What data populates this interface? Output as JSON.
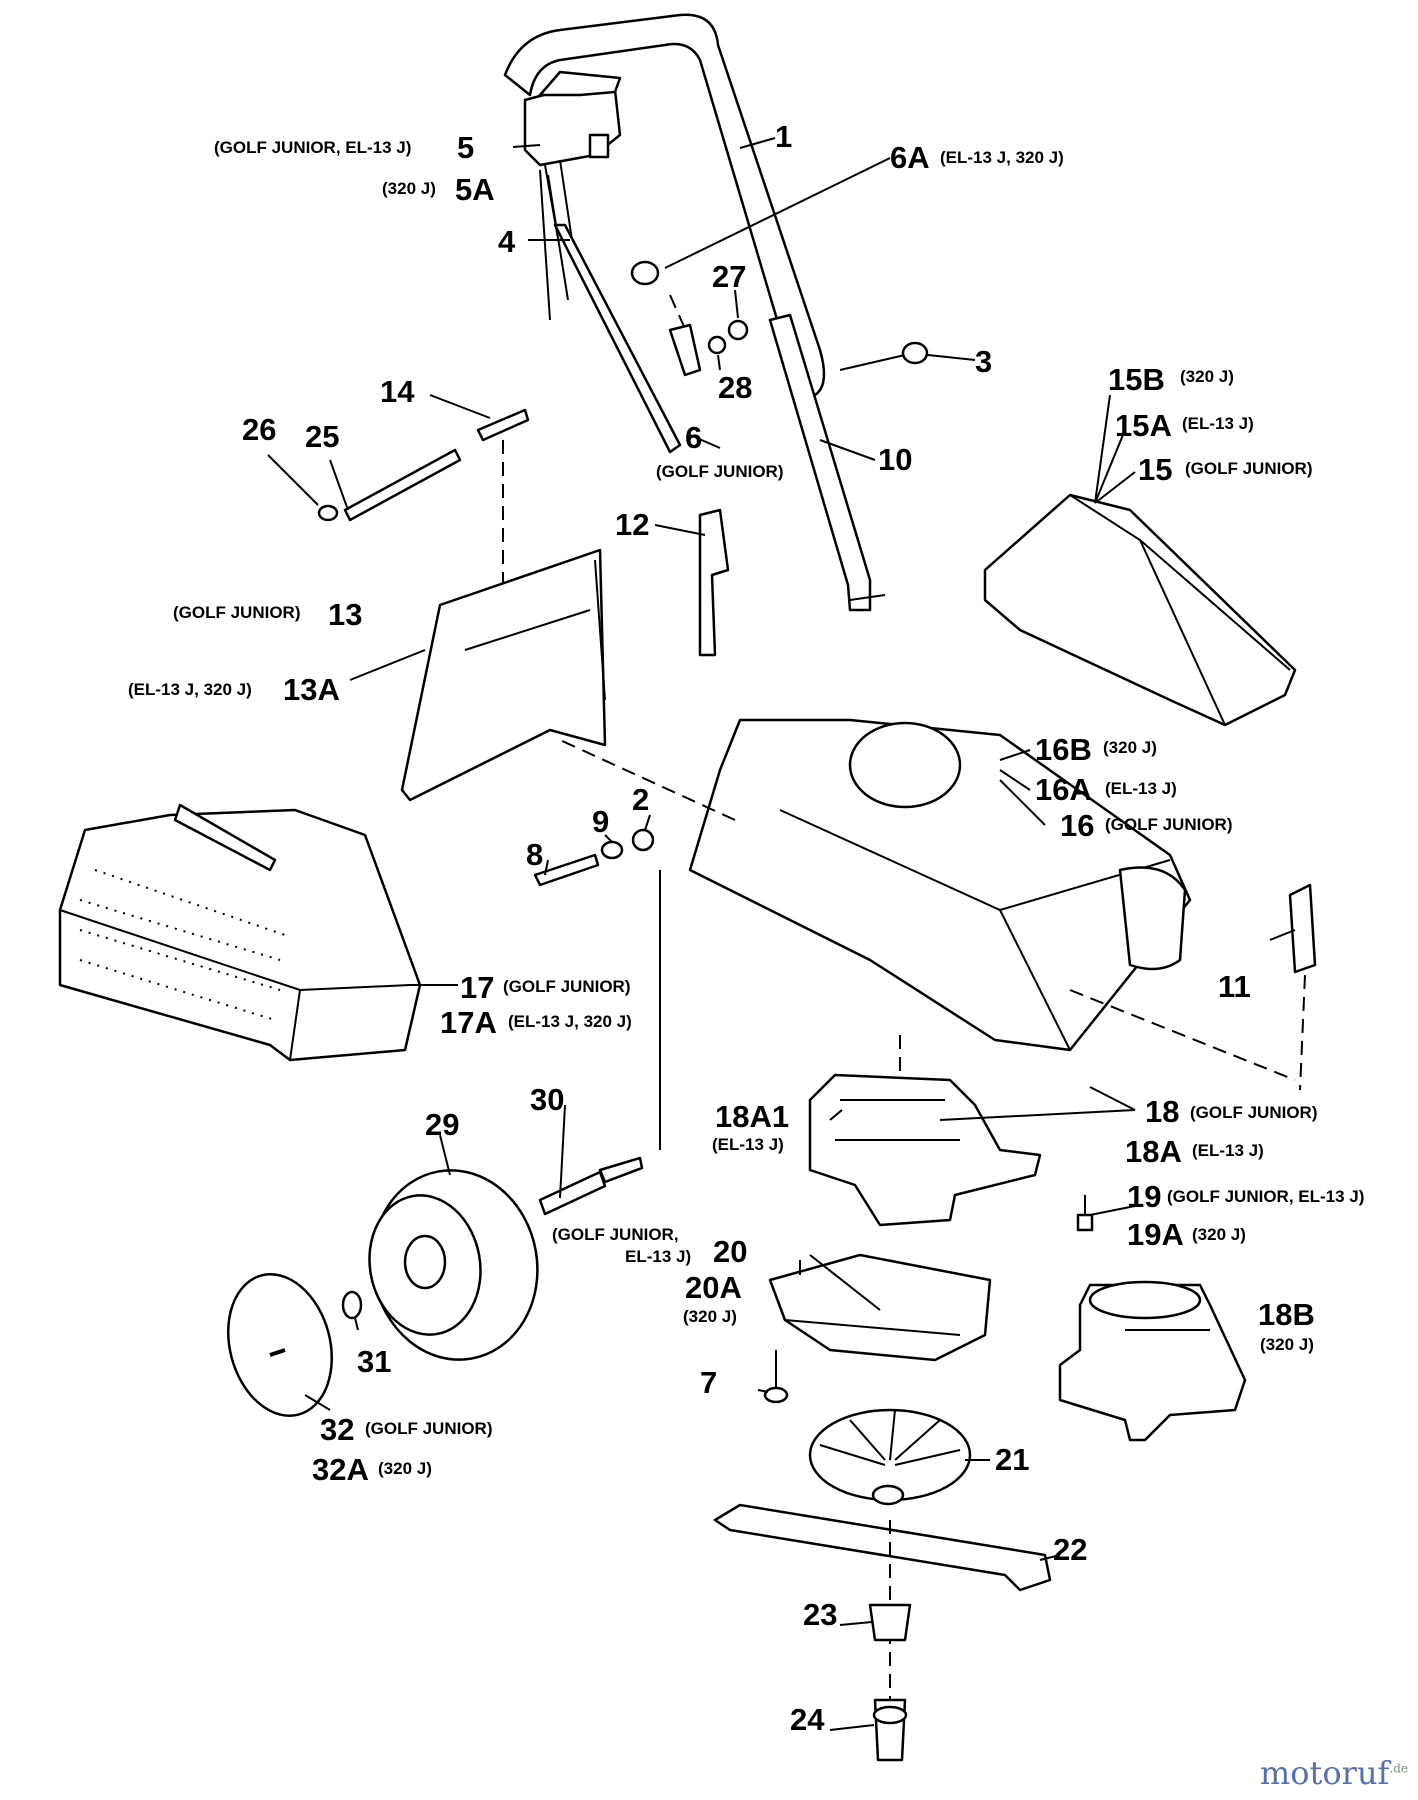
{
  "labels": {
    "p1": "1",
    "p2": "2",
    "p3": "3",
    "p4": "4",
    "p5": "5",
    "p5_note": "(GOLF JUNIOR, EL-13 J)",
    "p5a": "5A",
    "p5a_note": "(320 J)",
    "p6": "6",
    "p6_note": "(GOLF JUNIOR)",
    "p6a": "6A",
    "p6a_note": "(EL-13 J, 320 J)",
    "p7": "7",
    "p8": "8",
    "p9": "9",
    "p10": "10",
    "p11": "11",
    "p12": "12",
    "p13": "13",
    "p13_note": "(GOLF JUNIOR)",
    "p13a": "13A",
    "p13a_note": "(EL-13 J, 320 J)",
    "p14": "14",
    "p15": "15",
    "p15_note": "(GOLF JUNIOR)",
    "p15a": "15A",
    "p15a_note": "(EL-13 J)",
    "p15b": "15B",
    "p15b_note": "(320 J)",
    "p16": "16",
    "p16_note": "(GOLF JUNIOR)",
    "p16a": "16A",
    "p16a_note": "(EL-13 J)",
    "p16b": "16B",
    "p16b_note": "(320 J)",
    "p17": "17",
    "p17_note": "(GOLF JUNIOR)",
    "p17a": "17A",
    "p17a_note": "(EL-13 J, 320 J)",
    "p18": "18",
    "p18_note": "(GOLF JUNIOR)",
    "p18a": "18A",
    "p18a_note": "(EL-13 J)",
    "p18a1": "18A1",
    "p18a1_note": "(EL-13 J)",
    "p18b": "18B",
    "p18b_note": "(320 J)",
    "p19": "19",
    "p19_note": "(GOLF JUNIOR, EL-13 J)",
    "p19a": "19A",
    "p19a_note": "(320 J)",
    "p20": "20",
    "p20a": "20A",
    "p20a_note": "(320 J)",
    "p21": "21",
    "p22": "22",
    "p23": "23",
    "p24": "24",
    "p25": "25",
    "p26": "26",
    "p27": "27",
    "p28": "28",
    "p29": "29",
    "p30": "30",
    "p30_note_1": "(GOLF JUNIOR,",
    "p30_note_2": "EL-13 J)",
    "p31": "31",
    "p32": "32",
    "p32_note": "(GOLF JUNIOR)",
    "p32a": "32A",
    "p32a_note": "(320 J)"
  },
  "watermark": {
    "text": "motoruf",
    "suffix": ".de"
  }
}
